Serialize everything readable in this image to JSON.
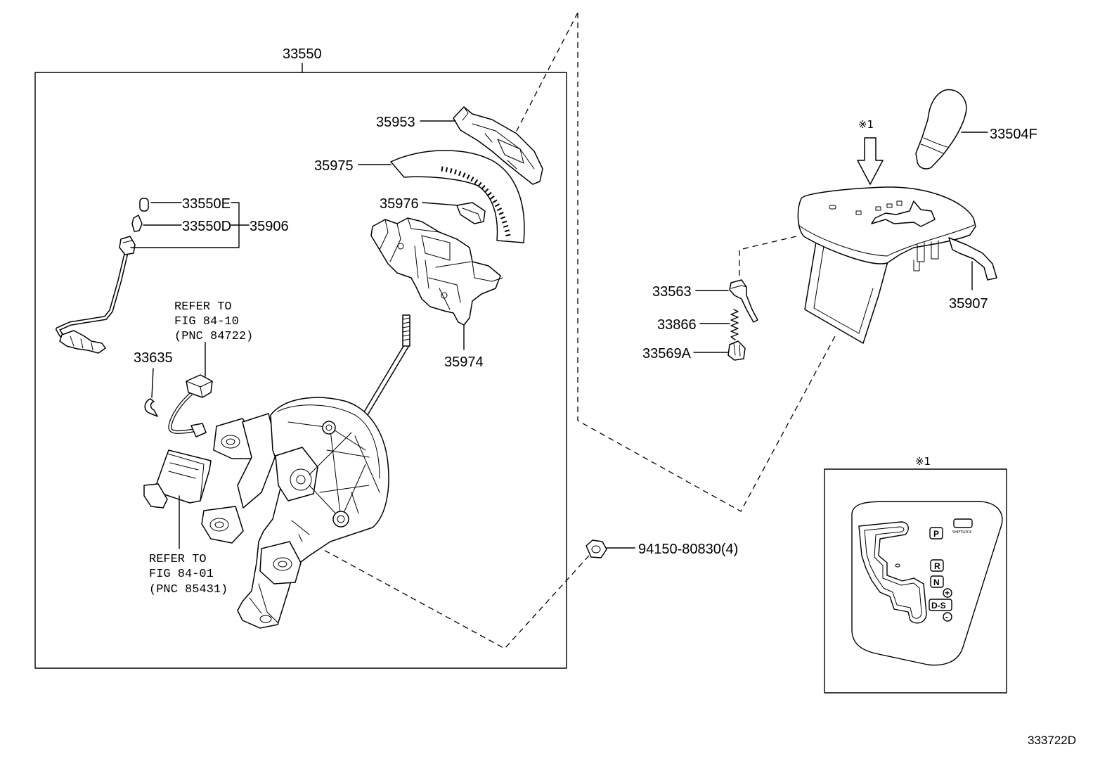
{
  "figure": {
    "assembly_number": "33550",
    "figure_code": "333722D"
  },
  "callouts": {
    "p35953": "35953",
    "p35975": "35975",
    "p33550E": "33550E",
    "p35976": "35976",
    "p33550D": "33550D",
    "p35906": "35906",
    "p33635": "33635",
    "p35974": "35974",
    "p94150": "94150-80830(4)",
    "p33504F": "33504F",
    "p33563": "33563",
    "p33866": "33866",
    "p33569A": "33569A",
    "p35907": "35907"
  },
  "references": [
    {
      "line1": "REFER TO",
      "line2": "FIG 84-10",
      "line3": "(PNC 84722)"
    },
    {
      "line1": "REFER TO",
      "line2": "FIG 84-01",
      "line3": "(PNC 85431)"
    }
  ],
  "detail_marks": {
    "arrow_mark": "※1",
    "inset_mark": "※1"
  },
  "shift_gate_inset": {
    "park": "P",
    "reverse": "R",
    "neutral": "N",
    "drive_sequential": "D-S",
    "plus": "+",
    "minus": "-",
    "shift_lock": "SHIFTLOCK"
  }
}
